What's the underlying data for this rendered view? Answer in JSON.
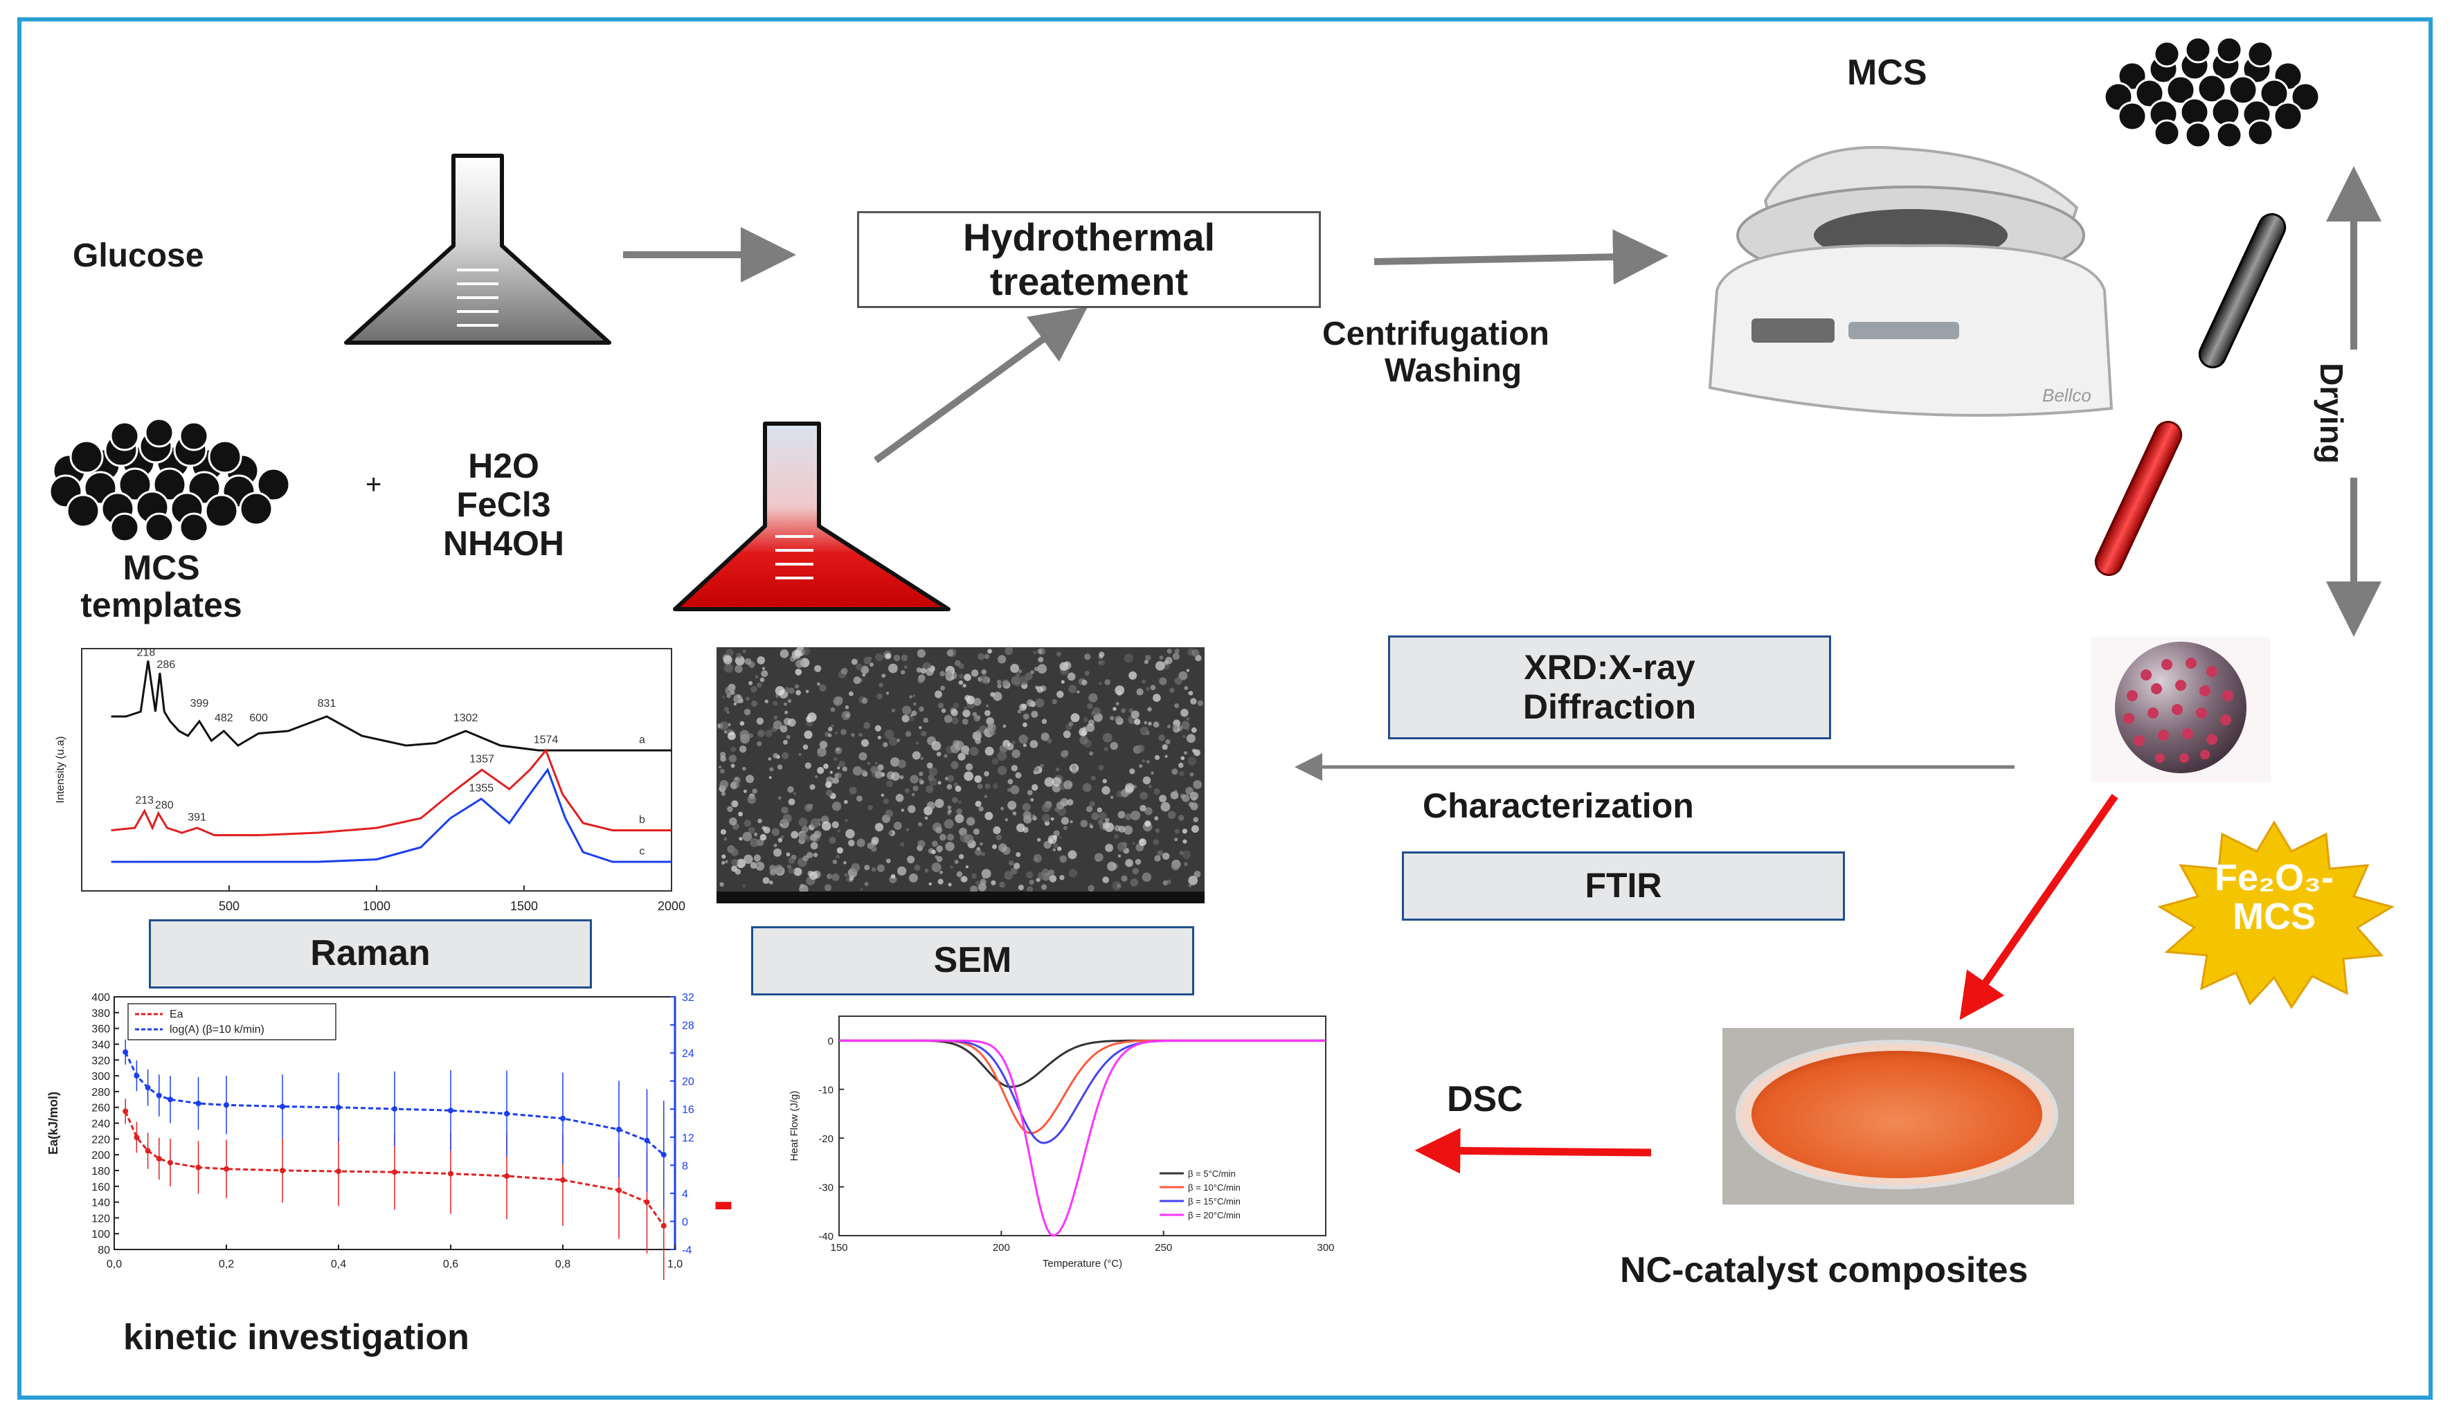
{
  "frame": {
    "border_color": "#2a9fd6"
  },
  "synthesis": {
    "glucose": "Glucose",
    "hydrothermal": [
      "Hydrothermal",
      "treatement"
    ],
    "centrifugation": [
      "Centrifugation",
      "Washing"
    ],
    "mcs": "MCS",
    "drying": "Drying",
    "plus": "+",
    "reagents": [
      "H2O",
      "FeCl3",
      "NH4OH"
    ],
    "mcs_templates": [
      "MCS",
      "templates"
    ]
  },
  "product_badge": {
    "line1": "Fe₂O₃-",
    "line2": "MCS",
    "color": "#f5c400",
    "text_color": "#ffffff"
  },
  "characterization": {
    "title": "Characterization",
    "xrd": [
      "XRD:X-ray",
      "Diffraction"
    ],
    "ftir": "FTIR",
    "raman": "Raman",
    "sem": "SEM",
    "dsc": "DSC",
    "nc_catalyst": "NC-catalyst composites",
    "kinetic": "kinetic investigation",
    "dash": "-"
  },
  "chart_data": [
    {
      "type": "line",
      "name": "raman",
      "ylabel": "Intensity (u.a)",
      "xlim": [
        0,
        2000
      ],
      "x_ticks": [
        "500",
        "1000",
        "1500",
        "2000"
      ],
      "series": [
        {
          "name": "a",
          "color": "#111111",
          "x": [
            100,
            150,
            200,
            225,
            250,
            265,
            280,
            300,
            330,
            360,
            399,
            440,
            482,
            530,
            600,
            700,
            831,
            950,
            1100,
            1200,
            1302,
            1420,
            1550,
            1700,
            1850,
            2000
          ],
          "y": [
            0.72,
            0.72,
            0.74,
            0.95,
            0.74,
            0.9,
            0.74,
            0.7,
            0.66,
            0.64,
            0.7,
            0.62,
            0.66,
            0.6,
            0.65,
            0.66,
            0.72,
            0.64,
            0.6,
            0.61,
            0.66,
            0.6,
            0.58,
            0.58,
            0.58,
            0.58
          ]
        },
        {
          "name": "b",
          "color": "#e02020",
          "x": [
            100,
            180,
            213,
            240,
            260,
            290,
            340,
            391,
            450,
            600,
            800,
            1000,
            1150,
            1250,
            1357,
            1450,
            1520,
            1574,
            1630,
            1700,
            1800,
            2000
          ],
          "y": [
            0.25,
            0.26,
            0.33,
            0.26,
            0.32,
            0.26,
            0.24,
            0.26,
            0.23,
            0.23,
            0.24,
            0.26,
            0.3,
            0.4,
            0.5,
            0.42,
            0.5,
            0.58,
            0.4,
            0.28,
            0.25,
            0.25
          ]
        },
        {
          "name": "c",
          "color": "#1a3ff0",
          "x": [
            100,
            400,
            800,
            1000,
            1150,
            1250,
            1355,
            1450,
            1520,
            1580,
            1640,
            1700,
            1800,
            2000
          ],
          "y": [
            0.12,
            0.12,
            0.12,
            0.13,
            0.18,
            0.3,
            0.38,
            0.28,
            0.4,
            0.5,
            0.3,
            0.16,
            0.12,
            0.12
          ]
        }
      ],
      "annotations": [
        {
          "text": "218",
          "x": 218,
          "y": 0.97
        },
        {
          "text": "286",
          "x": 286,
          "y": 0.92
        },
        {
          "text": "399",
          "x": 399,
          "y": 0.76
        },
        {
          "text": "482",
          "x": 482,
          "y": 0.7
        },
        {
          "text": "600",
          "x": 600,
          "y": 0.7
        },
        {
          "text": "831",
          "x": 831,
          "y": 0.76
        },
        {
          "text": "1302",
          "x": 1302,
          "y": 0.7
        },
        {
          "text": "1357",
          "x": 1357,
          "y": 0.53
        },
        {
          "text": "1574",
          "x": 1574,
          "y": 0.61
        },
        {
          "text": "213",
          "x": 213,
          "y": 0.36
        },
        {
          "text": "280",
          "x": 280,
          "y": 0.34
        },
        {
          "text": "391",
          "x": 391,
          "y": 0.29
        },
        {
          "text": "1355",
          "x": 1355,
          "y": 0.41
        },
        {
          "text": "a",
          "x": 1900,
          "y": 0.61
        },
        {
          "text": "b",
          "x": 1900,
          "y": 0.28
        },
        {
          "text": "c",
          "x": 1900,
          "y": 0.15
        }
      ]
    },
    {
      "type": "line",
      "name": "kinetic",
      "ylabel": "Ea(kJ/mol)",
      "xlim": [
        0,
        1
      ],
      "ylim_left": [
        80,
        400
      ],
      "ylim_right": [
        -4,
        32
      ],
      "x_ticks": [
        "0,0",
        "0,2",
        "0,4",
        "0,6",
        "0,8",
        "1,0"
      ],
      "y_ticks_left": [
        "80",
        "100",
        "120",
        "140",
        "160",
        "180",
        "200",
        "220",
        "240",
        "260",
        "280",
        "300",
        "320",
        "340",
        "360",
        "380",
        "400"
      ],
      "y_ticks_right": [
        "-4",
        "0",
        "4",
        "8",
        "12",
        "16",
        "20",
        "24",
        "28",
        "32"
      ],
      "legend": [
        "Ea",
        "log(A) (β=10 k/min)"
      ],
      "series": [
        {
          "name": "Ea",
          "color": "#e02020",
          "x": [
            0.02,
            0.04,
            0.06,
            0.08,
            0.1,
            0.15,
            0.2,
            0.3,
            0.4,
            0.5,
            0.6,
            0.7,
            0.8,
            0.9,
            0.95,
            0.98
          ],
          "y": [
            255,
            222,
            205,
            195,
            190,
            184,
            182,
            180,
            179,
            178,
            176,
            173,
            168,
            155,
            140,
            110
          ]
        },
        {
          "name": "log(A) (β=10 k/min)",
          "color": "#1a3ff0",
          "x": [
            0.02,
            0.04,
            0.06,
            0.08,
            0.1,
            0.15,
            0.2,
            0.3,
            0.4,
            0.5,
            0.6,
            0.7,
            0.8,
            0.9,
            0.95,
            0.98
          ],
          "y": [
            330,
            300,
            285,
            275,
            270,
            265,
            263,
            261,
            260,
            258,
            256,
            252,
            246,
            232,
            218,
            200
          ]
        }
      ]
    },
    {
      "type": "line",
      "name": "dsc",
      "ylabel": "Heat Flow (J/g)",
      "xlabel": "Temperature (°C)",
      "xlim": [
        150,
        300
      ],
      "ylim": [
        -40,
        5
      ],
      "x_ticks": [
        "150",
        "200",
        "250",
        "300"
      ],
      "y_ticks": [
        "0",
        "-10",
        "-20",
        "-30",
        "-40"
      ],
      "legend": [
        "β = 5°C/min",
        "β = 10°C/min",
        "β = 15°C/min",
        "β = 20°C/min"
      ],
      "series": [
        {
          "name": "β = 5°C/min",
          "color": "#333333",
          "peak_x": 203,
          "peak_y": -9.5,
          "width": 12
        },
        {
          "name": "β = 10°C/min",
          "color": "#ff5a3c",
          "peak_x": 209,
          "peak_y": -19,
          "width": 12
        },
        {
          "name": "β = 15°C/min",
          "color": "#4444ee",
          "peak_x": 213,
          "peak_y": -21,
          "width": 13
        },
        {
          "name": "β = 20°C/min",
          "color": "#ff33ff",
          "peak_x": 216,
          "peak_y": -40,
          "width": 11
        }
      ]
    }
  ]
}
